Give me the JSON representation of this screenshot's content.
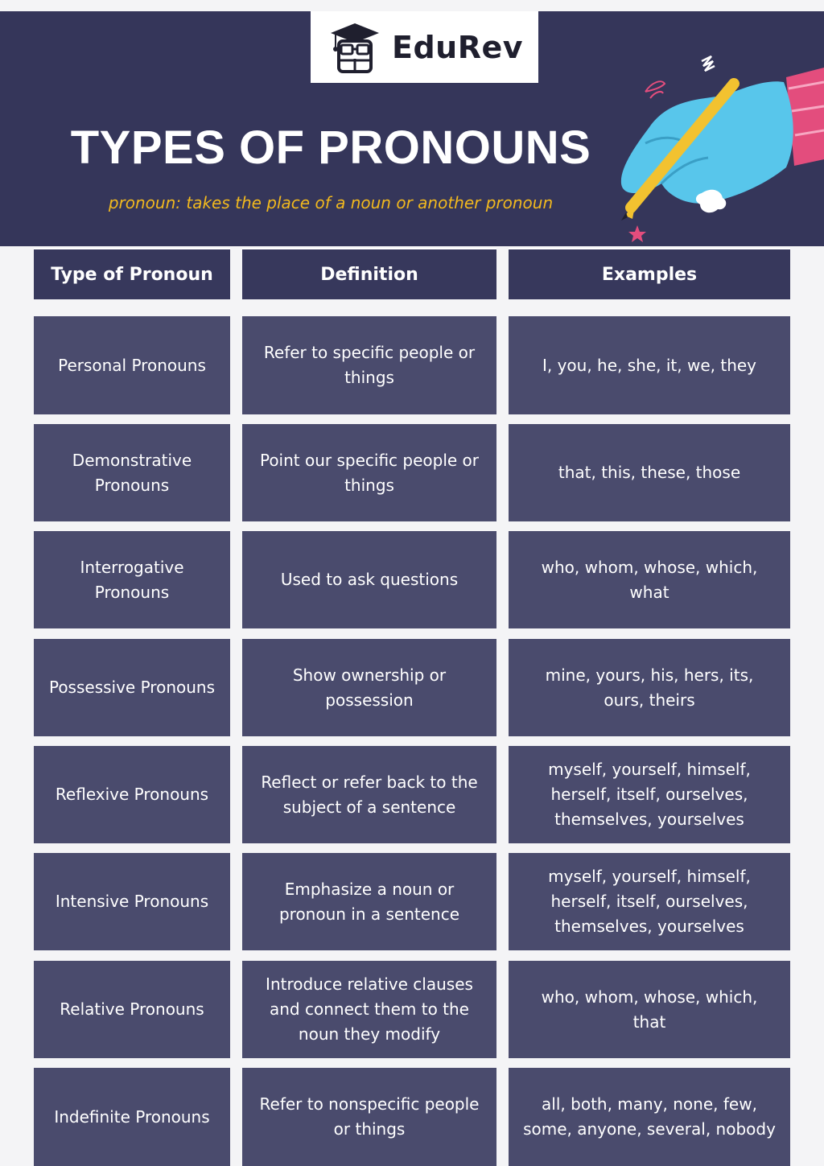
{
  "header": {
    "brand": "EduRev",
    "title": "TYPES OF PRONOUNS",
    "subtitle": "pronoun: takes the place of a noun or another pronoun"
  },
  "table": {
    "columns": [
      "Type of Pronoun",
      "Definition",
      "Examples"
    ],
    "rows": [
      [
        "Personal Pronouns",
        "Refer to specific people or things",
        "I, you, he, she, it, we, they"
      ],
      [
        "Demonstrative Pronouns",
        "Point our specific people or things",
        "that, this, these, those"
      ],
      [
        "Interrogative Pronouns",
        "Used to ask questions",
        "who, whom, whose, which, what"
      ],
      [
        "Possessive Pronouns",
        "Show ownership or possession",
        "mine, yours, his, hers, its, ours, theirs"
      ],
      [
        "Reflexive Pronouns",
        "Reflect or refer back to the subject of a sentence",
        "myself, yourself, himself, herself, itself, ourselves, themselves, yourselves"
      ],
      [
        "Intensive Pronouns",
        "Emphasize a noun or pronoun in a sentence",
        "myself, yourself, himself, herself, itself, ourselves, themselves, yourselves"
      ],
      [
        "Relative Pronouns",
        "Introduce relative clauses and connect them to the noun they modify",
        "who, whom, whose, which, that"
      ],
      [
        "Indefinite Pronouns",
        "Refer to nonspecific people or things",
        "all, both, many, none, few, some, anyone, several, nobody"
      ]
    ]
  },
  "colors": {
    "header_bg": "#35365a",
    "cell_bg": "#4a4b6d",
    "subtitle": "#f2b91e"
  }
}
